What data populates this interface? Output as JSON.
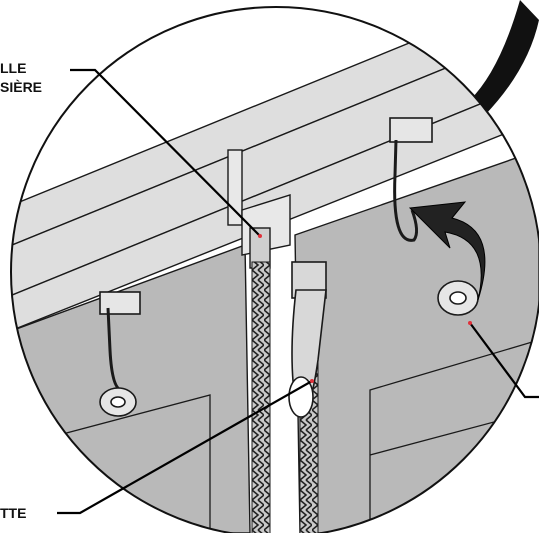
{
  "labels": {
    "top_left_line1": "LLE",
    "top_left_line2": "SIÈRE",
    "bottom_left": "TTE"
  },
  "colors": {
    "panel": "#b9b9b9",
    "panel_dark": "#a8a8a8",
    "rail": "#dedede",
    "outline": "#1a1a1a",
    "marker": "#e0303a",
    "background": "#ffffff"
  },
  "icons": {
    "arrow": "curved-arrow-icon",
    "hook": "hook-icon",
    "ring": "ring-icon"
  }
}
